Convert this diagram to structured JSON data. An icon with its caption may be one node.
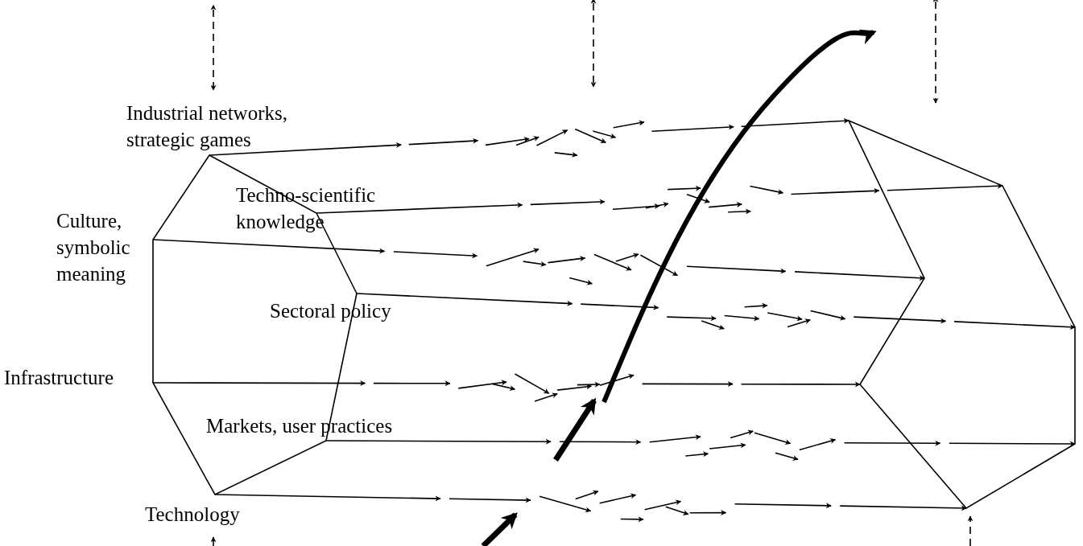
{
  "diagram": {
    "labels": [
      "Industrial networks, strategic games",
      "Techno-scientific knowledge",
      "Culture, symbolic meaning",
      "Sectoral policy",
      "Infrastructure",
      "Markets, user practices",
      "Technology"
    ]
  }
}
